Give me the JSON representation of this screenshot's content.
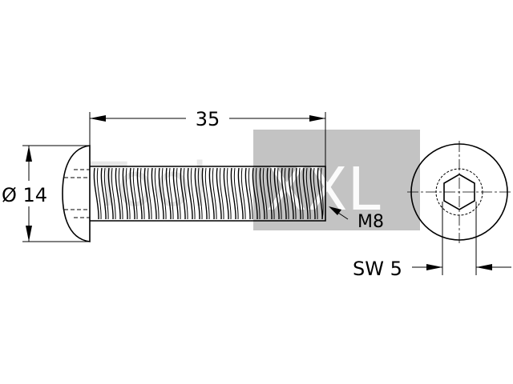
{
  "drawing": {
    "dimensions": {
      "length": "35",
      "diameter": "Ø 14",
      "thread": "M8",
      "wrench_size": "SW 5"
    },
    "watermark": {
      "text_left": "Tool",
      "text_right": "XXL"
    },
    "colors": {
      "line": "#000000",
      "watermark_box": "#b4b4b4",
      "watermark_text": "#ffffff",
      "watermark_left_text": "#d4d4d4"
    }
  }
}
